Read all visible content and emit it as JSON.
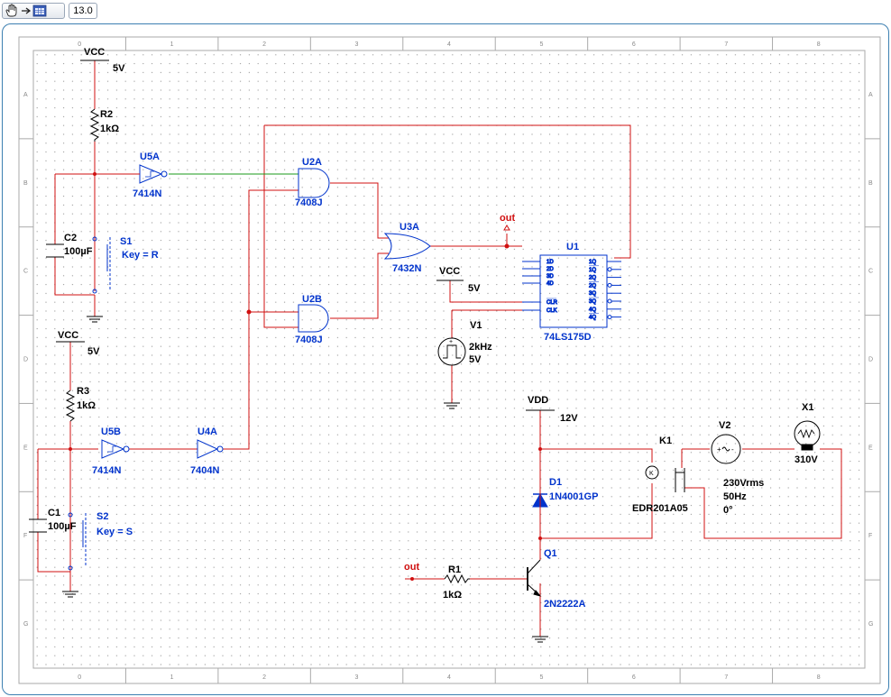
{
  "toolbar": {
    "hand_icon": "hand-pan-icon",
    "arrow_icon": "arrow-right-icon",
    "sheet_icon": "spreadsheet-icon",
    "zoom": "13.0"
  },
  "border": {
    "columns": [
      "0",
      "1",
      "2",
      "3",
      "4",
      "5",
      "6",
      "7",
      "8"
    ],
    "rows": [
      "A",
      "B",
      "C",
      "D",
      "E",
      "F",
      "G"
    ]
  },
  "colors": {
    "wire": "#d01010",
    "signal_wire": "#1a9a1a",
    "component": "#0033cc",
    "grid_dot": "#9a9a9a"
  },
  "components": {
    "vcc1": {
      "name": "VCC",
      "value": "5V"
    },
    "r2": {
      "name": "R2",
      "value": "1kΩ"
    },
    "c2": {
      "name": "C2",
      "value": "100µF"
    },
    "s1": {
      "name": "S1",
      "key": "Key = R"
    },
    "u5a": {
      "name": "U5A",
      "part": "7414N"
    },
    "u2a": {
      "name": "U2A",
      "part": "7408J"
    },
    "u2b": {
      "name": "U2B",
      "part": "7408J"
    },
    "u3a": {
      "name": "U3A",
      "part": "7432N"
    },
    "out1": {
      "name": "out"
    },
    "u1": {
      "name": "U1",
      "part": "74LS175D",
      "left_pins": [
        "1D",
        "2D",
        "3D",
        "4D",
        "~CLR",
        "CLK"
      ],
      "right_pins": [
        "1Q",
        "~1Q",
        "2Q",
        "~2Q",
        "3Q",
        "~3Q",
        "4Q",
        "~4Q"
      ]
    },
    "vcc3": {
      "name": "VCC",
      "value": "5V"
    },
    "v1": {
      "name": "V1",
      "freq": "2kHz",
      "value": "5V"
    },
    "vcc2": {
      "name": "VCC",
      "value": "5V"
    },
    "r3": {
      "name": "R3",
      "value": "1kΩ"
    },
    "u5b": {
      "name": "U5B",
      "part": "7414N"
    },
    "u4a": {
      "name": "U4A",
      "part": "7404N"
    },
    "c1": {
      "name": "C1",
      "value": "100µF"
    },
    "s2": {
      "name": "S2",
      "key": "Key = S"
    },
    "vdd": {
      "name": "VDD",
      "value": "12V"
    },
    "d1": {
      "name": "D1",
      "part": "1N4001GP"
    },
    "k1": {
      "name": "K1",
      "part": "EDR201A05"
    },
    "v2": {
      "name": "V2",
      "v": "230Vrms",
      "f": "50Hz",
      "phase": "0°"
    },
    "x1": {
      "name": "X1",
      "value": "310V"
    },
    "q1": {
      "name": "Q1",
      "part": "2N2222A"
    },
    "r1": {
      "name": "R1",
      "value": "1kΩ"
    },
    "out2": {
      "name": "out"
    }
  }
}
